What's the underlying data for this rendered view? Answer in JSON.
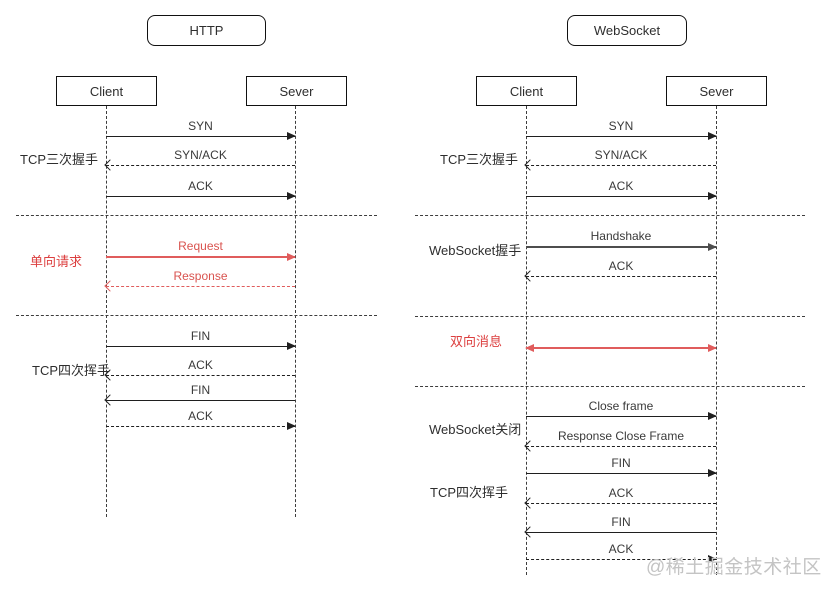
{
  "watermark": "@稀土掘金技术社区",
  "colors": {
    "line_black": "#1f1f1f",
    "line_red": "#e05c5c",
    "line_dark_gray": "#4d4d4d",
    "section_red": "#dc3f3f",
    "watermark_gray": "#c4c4c4"
  },
  "http": {
    "title": "HTTP",
    "client": "Client",
    "server": "Sever",
    "sections": [
      {
        "label": "TCP三次握手",
        "color": "black"
      },
      {
        "label": "单向请求",
        "color": "red"
      },
      {
        "label": "TCP四次挥手",
        "color": "black"
      }
    ],
    "messages": [
      {
        "label": "SYN",
        "direction": "client-to-server",
        "line": "solid",
        "color": "black"
      },
      {
        "label": "SYN/ACK",
        "direction": "server-to-client",
        "line": "dashed",
        "color": "black"
      },
      {
        "label": "ACK",
        "direction": "client-to-server",
        "line": "solid",
        "color": "black"
      },
      {
        "label": "Request",
        "direction": "client-to-server",
        "line": "solid",
        "color": "red"
      },
      {
        "label": "Response",
        "direction": "server-to-client",
        "line": "dashed",
        "color": "red"
      },
      {
        "label": "FIN",
        "direction": "client-to-server",
        "line": "solid",
        "color": "black"
      },
      {
        "label": "ACK",
        "direction": "server-to-client",
        "line": "dashed",
        "color": "black"
      },
      {
        "label": "FIN",
        "direction": "server-to-client",
        "line": "solid",
        "color": "black"
      },
      {
        "label": "ACK",
        "direction": "client-to-server",
        "line": "dashed",
        "color": "black"
      }
    ]
  },
  "websocket": {
    "title": "WebSocket",
    "client": "Client",
    "server": "Sever",
    "sections": [
      {
        "label": "TCP三次握手",
        "color": "black"
      },
      {
        "label": "WebSocket握手",
        "color": "black"
      },
      {
        "label": "双向消息",
        "color": "red"
      },
      {
        "label": "WebSocket关闭",
        "color": "black"
      },
      {
        "label": "TCP四次挥手",
        "color": "black"
      }
    ],
    "messages": [
      {
        "label": "SYN",
        "direction": "client-to-server",
        "line": "solid",
        "color": "black"
      },
      {
        "label": "SYN/ACK",
        "direction": "server-to-client",
        "line": "dashed",
        "color": "black"
      },
      {
        "label": "ACK",
        "direction": "client-to-server",
        "line": "solid",
        "color": "black"
      },
      {
        "label": "Handshake",
        "direction": "client-to-server",
        "line": "solid",
        "color": "dark-gray"
      },
      {
        "label": "ACK",
        "direction": "server-to-client",
        "line": "dashed",
        "color": "black"
      },
      {
        "label": "",
        "direction": "bidirectional",
        "line": "solid",
        "color": "red"
      },
      {
        "label": "Close frame",
        "direction": "client-to-server",
        "line": "solid",
        "color": "black"
      },
      {
        "label": "Response Close Frame",
        "direction": "server-to-client",
        "line": "dashed",
        "color": "black"
      },
      {
        "label": "FIN",
        "direction": "client-to-server",
        "line": "solid",
        "color": "black"
      },
      {
        "label": "ACK",
        "direction": "server-to-client",
        "line": "dashed",
        "color": "black"
      },
      {
        "label": "FIN",
        "direction": "server-to-client",
        "line": "solid",
        "color": "black"
      },
      {
        "label": "ACK",
        "direction": "client-to-server",
        "line": "dashed",
        "color": "black"
      }
    ]
  }
}
